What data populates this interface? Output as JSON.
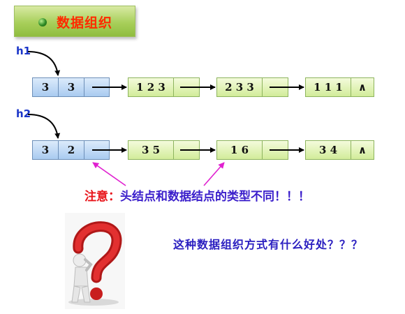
{
  "title": "数据组织",
  "lists": [
    {
      "label": "h1",
      "head": [
        "3",
        "3"
      ],
      "nodes": [
        "1 2 3",
        "2 3 3",
        "1 1 1"
      ],
      "null_symbol": "∧"
    },
    {
      "label": "h2",
      "head": [
        "3",
        "2"
      ],
      "nodes": [
        "3 5",
        "1 6",
        "3 4"
      ],
      "null_symbol": "∧"
    }
  ],
  "note": {
    "prefix": "注意：",
    "text": "头结点和数据结点的类型不同！！！"
  },
  "question": "这种数据组织方式有什么好处？？？",
  "colors": {
    "title_text": "#ff2a00",
    "label": "#1a35c8",
    "note_prefix": "#e8141a",
    "note_text": "#3a1ecb",
    "pointer_arrow": "#e020d0"
  }
}
